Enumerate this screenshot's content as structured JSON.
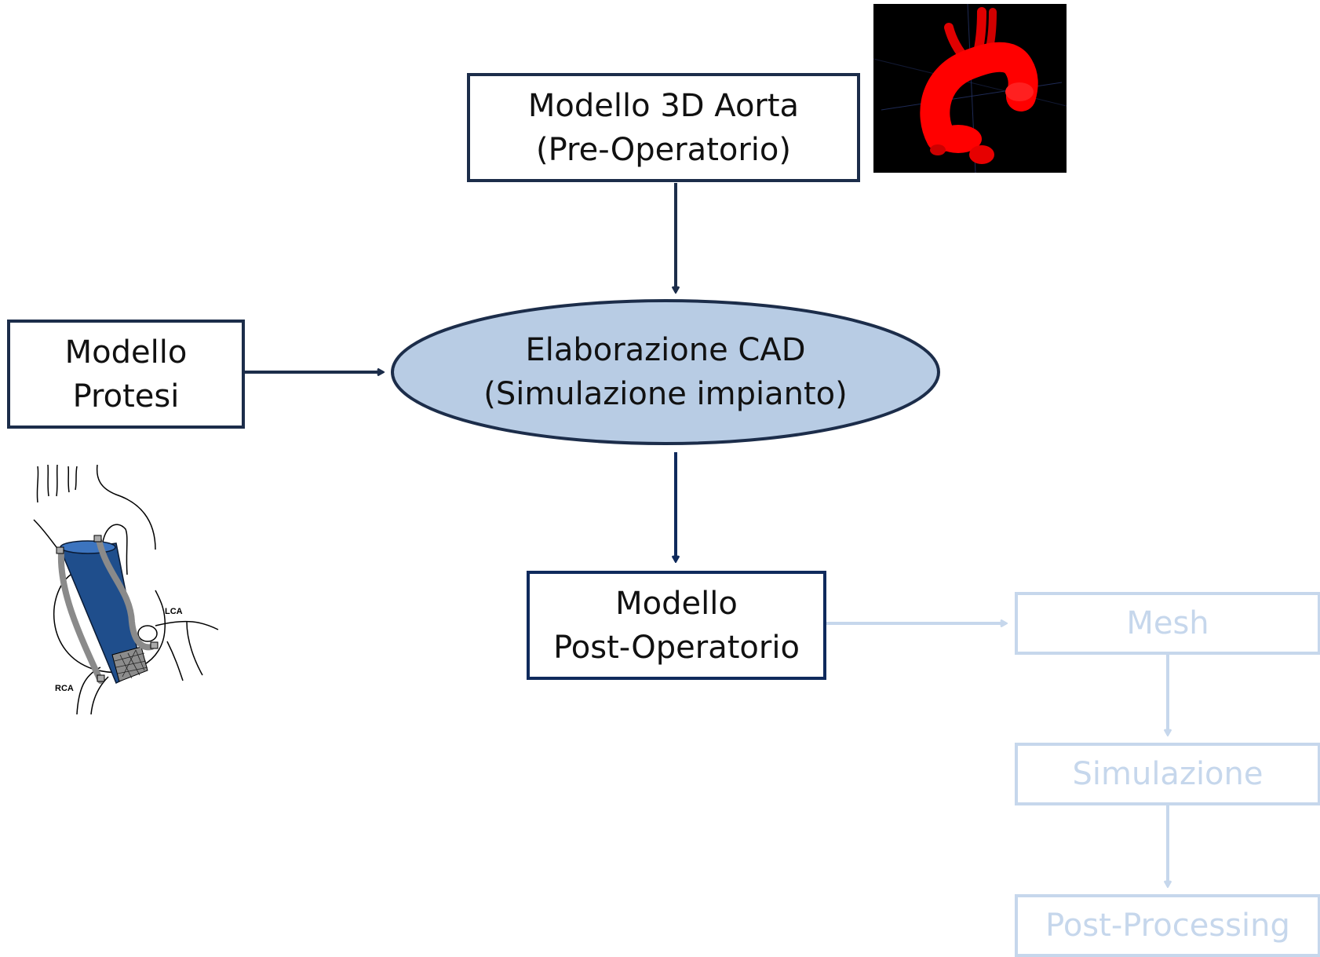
{
  "nodes": {
    "aorta": {
      "line1": "Modello 3D Aorta",
      "line2": "(Pre-Operatorio)"
    },
    "protesi": {
      "line1": "Modello",
      "line2": "Protesi"
    },
    "cad": {
      "line1": "Elaborazione CAD",
      "line2": "(Simulazione impianto)"
    },
    "postop": {
      "line1": "Modello",
      "line2": "Post-Operatorio"
    },
    "mesh": {
      "label": "Mesh"
    },
    "simulazione": {
      "label": "Simulazione"
    },
    "postprocessing": {
      "label": "Post-Processing"
    }
  },
  "illustration": {
    "lca_label": "LCA",
    "rca_label": "RCA"
  },
  "colors": {
    "dark_border": "#1c2d4a",
    "arrow_navy": "#0f2a5c",
    "ellipse_fill": "#b8cce4",
    "faded": "#c6d7ec",
    "aorta_red": "#ff0000",
    "stent_blue": "#1f4e8c"
  }
}
